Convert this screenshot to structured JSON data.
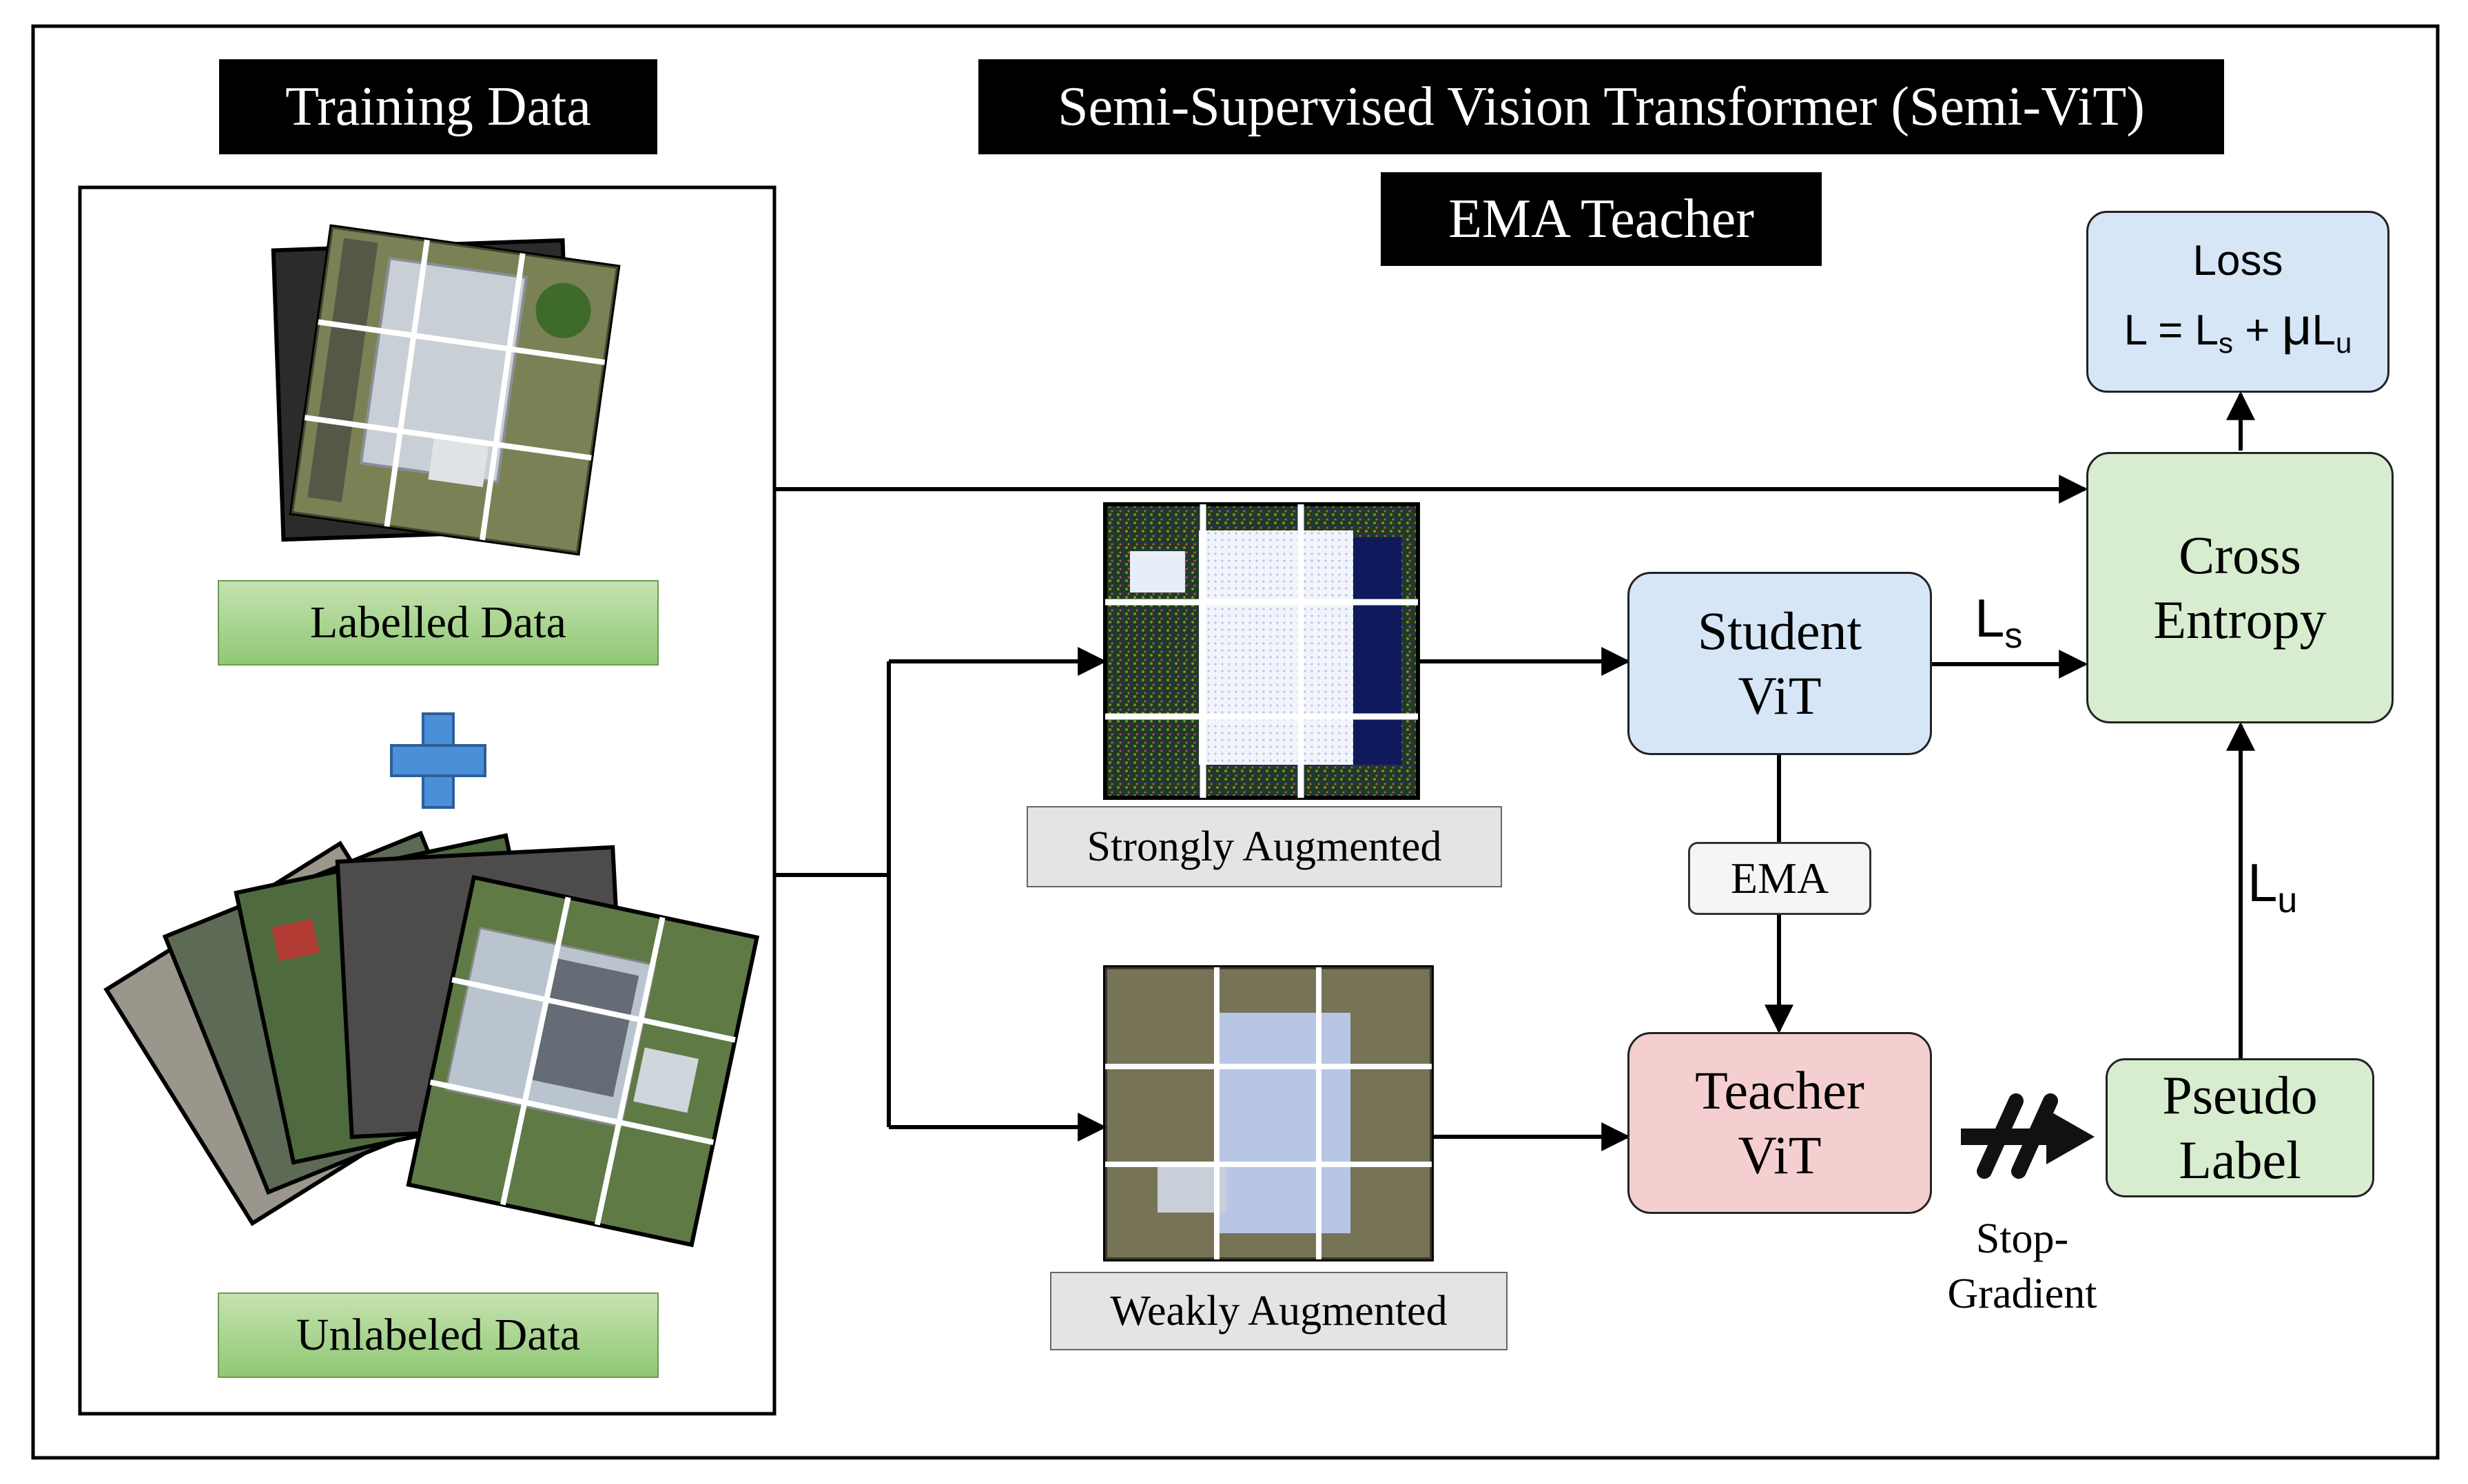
{
  "titles": {
    "training_data": "Training Data",
    "semi_vit": "Semi-Supervised Vision Transformer (Semi-ViT)",
    "ema_teacher": "EMA Teacher"
  },
  "labels": {
    "labelled_data": "Labelled Data",
    "unlabeled_data": "Unlabeled Data",
    "strongly_augmented": "Strongly Augmented",
    "weakly_augmented": "Weakly Augmented"
  },
  "nodes": {
    "student": [
      "Student",
      "ViT"
    ],
    "teacher": [
      "Teacher",
      "ViT"
    ],
    "cross_entropy": [
      "Cross",
      "Entropy"
    ],
    "pseudo_label": [
      "Pseudo",
      "Label"
    ],
    "loss_title": "Loss",
    "loss_formula": {
      "lhs": "L = L",
      "s": "s",
      "plus": " + ",
      "mu": "μ",
      "l": "L",
      "u": "u"
    }
  },
  "edges": {
    "ema": "EMA",
    "ls_main": "L",
    "ls_sub": "s",
    "lu_main": "L",
    "lu_sub": "u",
    "stop_gradient": [
      "Stop-",
      "Gradient"
    ]
  },
  "colors": {
    "student_fill": "#d6e6f7",
    "teacher_fill": "#f5cfcf",
    "cross_entropy_fill": "#d8eccf",
    "pseudo_label_fill": "#d8eccf",
    "loss_fill": "#d6e6f7",
    "plus_icon": "#4a90d9",
    "label_green": "#a9d38f"
  }
}
